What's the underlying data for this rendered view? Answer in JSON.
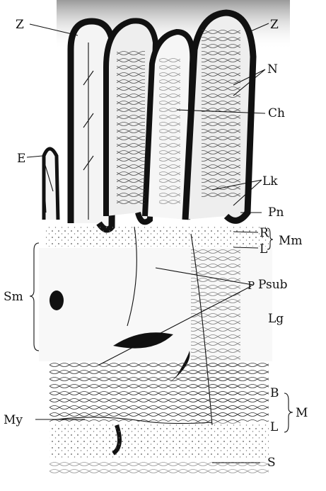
{
  "figure": {
    "labels": {
      "z_left": "Z",
      "z_right": "Z",
      "n": "N",
      "ch": "Ch",
      "e": "E",
      "lk": "Lk",
      "pn": "Pn",
      "r": "R",
      "mm": "Mm",
      "l_mm": "L",
      "sm": "Sm",
      "psub": "Psub",
      "p_small": "P",
      "lg": "Lg",
      "b": "B",
      "m": "M",
      "l_m": "L",
      "my": "My",
      "s": "S"
    }
  }
}
